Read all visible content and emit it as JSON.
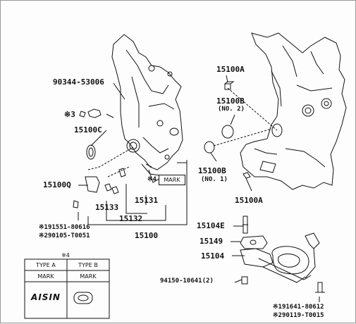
{
  "labels": {
    "p90344": "90344-53006",
    "mark3": "※3",
    "p15100c": "15100C",
    "p15100q": "15100Q",
    "mark4": "※4",
    "mark_box": "MARK",
    "p15131": "15131",
    "p15133": "15133",
    "p15132": "15132",
    "p15100": "15100",
    "n1": "※191551-80616",
    "n2": "※290105-T0051",
    "p15100a_top": "15100A",
    "p15100b_top": "15100B",
    "no2": "(NO. 2)",
    "p15100b_bot": "15100B",
    "no1": "(NO. 1)",
    "p15100a_bot": "15100A",
    "p15104e": "15104E",
    "p15149": "15149",
    "p15104": "15104",
    "p94150": "94150-10641(2)",
    "n3": "※191641-80612",
    "n4": "※290119-T0015"
  },
  "table": {
    "title": "※4",
    "header": [
      "TYPE A",
      "TYPE B"
    ],
    "row1": [
      "MARK",
      "MARK"
    ],
    "logo_a": "AISIN"
  }
}
